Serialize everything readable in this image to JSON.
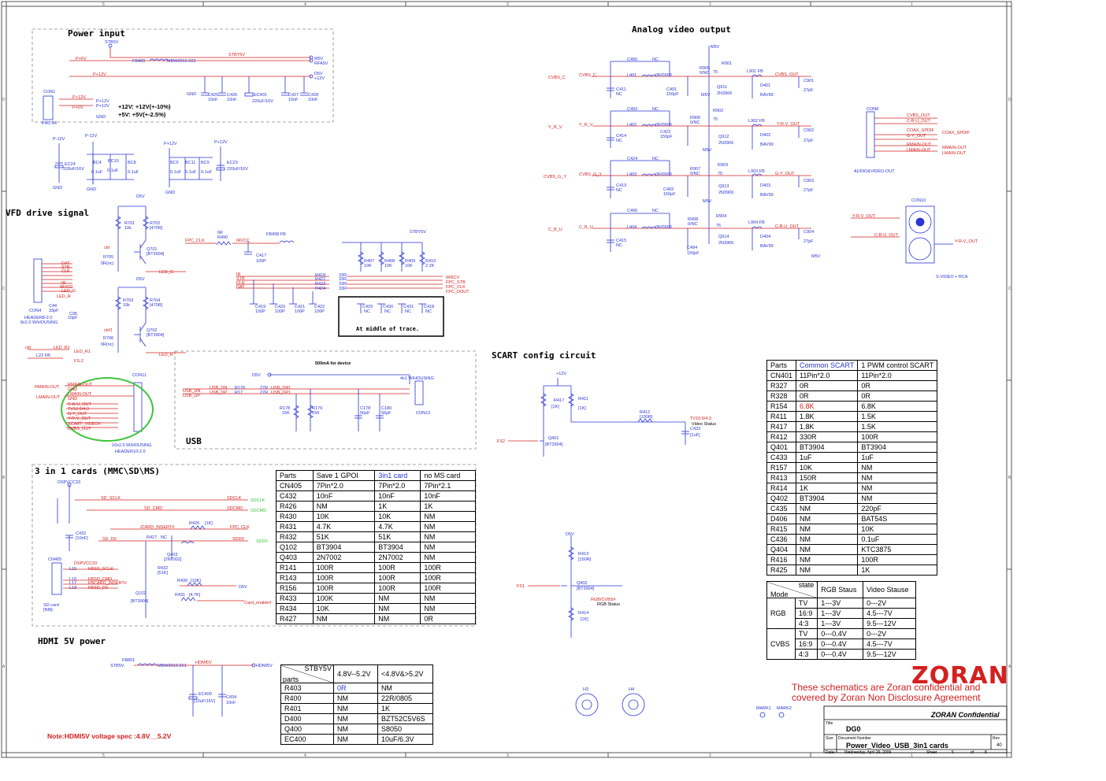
{
  "border": {
    "top_numbers": [
      "5",
      "4",
      "3",
      "2",
      "1"
    ],
    "bottom_numbers": [
      "5",
      "4",
      "3",
      "2",
      "1"
    ],
    "left_letters": [
      "D",
      "C",
      "B",
      "A"
    ],
    "right_letters": [
      "D",
      "C",
      "B",
      "A"
    ]
  },
  "sections": {
    "power_input": "Power input",
    "analog_video": "Analog video output",
    "vfd": "VFD drive signal",
    "scart": "SCART config circuit",
    "usb": "USB",
    "cards": "3 in 1 cards  (MMC\\SD\\MS)",
    "hdmi": "HDMI 5V power"
  },
  "power": {
    "nets": [
      "STB5V",
      "P+6V",
      "FB409",
      "MBW2012-221",
      "STBY5V",
      "M5V",
      "RFA5V",
      "P+12V",
      "D5V",
      "+12V",
      "GND",
      "C425",
      "C426",
      "EC401",
      "C427",
      "C428",
      "10nF",
      "10nF",
      "220uF/16V",
      "10nF",
      "10nF"
    ],
    "con1_label": "CON1",
    "con1_pins": [
      "P+12V",
      "P+5V",
      "GND"
    ],
    "con1_footer": "P4/2.54",
    "spec1": "+12V: +12V(+-10%)",
    "spec2": "+5V: +5V(+-2.5%)",
    "caps_left": [
      "P-12V",
      "EC24",
      "220uF/16V",
      "P-12V",
      "BC4",
      "0.1uF",
      "BC10",
      "0.1uF",
      "BC8",
      "0.1uF",
      "GND",
      "GND"
    ],
    "caps_right": [
      "P+12V",
      "BC5",
      "0.1uF",
      "BC11",
      "0.1uF",
      "BC9",
      "0.1uF",
      "P+12V",
      "EC23",
      "220uF/16V",
      "GND"
    ]
  },
  "vfd": {
    "parts": [
      "D5V",
      "R701",
      "10k",
      "R702",
      "[470R]",
      "Q701",
      "[BT3904]",
      "R705",
      "0R(nc)",
      "LED_G",
      "D5V",
      "R703",
      "10k",
      "R704",
      "[470R]",
      "Q702",
      "[BT3904]",
      "R706",
      "0R(nc)",
      "LED_R",
      "ctrl",
      "ctrl2"
    ],
    "con4_pins": [
      "DAT",
      "STB",
      "CLK",
      "",
      "IR",
      "IRVCC",
      "LED_G",
      "LED_R"
    ],
    "con4_label": "CON4",
    "con4_type": "HEADER8-2.0",
    "con4_sub": "8x2.0 W/HOUSING",
    "c44": "C44",
    "c44_val": "33pF",
    "c95": "C95",
    "c95_val": "10pF",
    "led_r1": "LED_R1",
    "fs2": "FS-2",
    "l22": "L22 FB",
    "fpc_clk": "FPC_CLK",
    "r490": "R490",
    "r490_val": "0R",
    "irvcc": "IRVCC",
    "fb408": "FB408  FB",
    "stby5v": "STBY5V",
    "c417": "C417",
    "c417_val": "100P",
    "r_pull": [
      "R407",
      "10K",
      "R408",
      "10K",
      "R409",
      "10K",
      "R410",
      "2.2K"
    ],
    "r_series": [
      "R418",
      "R422",
      "R423",
      "R424",
      "33R",
      "33R",
      "33R",
      "33R"
    ],
    "sig_left": [
      "IR",
      "STB",
      "CLK",
      "DAT"
    ],
    "sig_right": [
      "IRRCV",
      "FPC_STB",
      "FPC_CLK",
      "FPC_DOUT"
    ],
    "c_row1": [
      "C419",
      "C420",
      "C421",
      "C422",
      "100P",
      "100P",
      "100P",
      "100P"
    ],
    "c_row2": [
      "C429",
      "C430",
      "C431",
      "C418",
      "NC",
      "NC",
      "NC",
      "NC"
    ],
    "note": "At middle of trace."
  },
  "con11": {
    "label": "CON11",
    "type": "10x2.0 W/HOUSING",
    "sub": "HEADER10-2.0",
    "pins": [
      "RMAIN-OUT",
      "GND",
      "LMAIN-OUT",
      "GND",
      "C-B-U_OUT",
      "TV16:9/4:3",
      "G-Y_OUT",
      "Y-R-V_OUT",
      "SCART_VIDEO#",
      "CVBS_OUT"
    ],
    "left": [
      "RMAIN-OUT",
      "LMAIN-OUT"
    ]
  },
  "usb": {
    "current": "500mA for device",
    "d5v": "D5V",
    "usb_dn": "USB_DN",
    "usb_dp": "USB_DP",
    "r176": "R176",
    "r177": "R17",
    "r_val": "27R",
    "dn1": "USB_DN1",
    "dp1": "USB_DP1",
    "r178": "R178",
    "r178_val": "15K",
    "r179": "R179",
    "r179_val": "15K",
    "c178": "C178",
    "c178_val": "56pF",
    "c180": "C180",
    "c180_val": "56pF",
    "con12": "CON12",
    "housing": "4x1 W/HOUSING"
  },
  "cards": {
    "dspvcc": "DSPVCC33",
    "nets_left": [
      "SD_SCLK",
      "SD_CMD",
      "SD_D0"
    ],
    "nets_right": [
      "SDCLK",
      "SDCMD",
      "SDD0",
      "SDCLK",
      "SDCMD",
      "SDD0"
    ],
    "card_insert": "/CARD_INSERT#",
    "r426": "R426",
    "r426_val": "[1K]",
    "fpc_clk": "FPC_CLK",
    "c432": "C432",
    "c432_val": "[10nF]",
    "r427": "R427",
    "r427_val": "NC",
    "q403": "Q403",
    "q403_val": "[2N7002]",
    "r432": "R432",
    "r432_val": "[51K]",
    "r430": "R430",
    "r430_val": "[10K]",
    "d5v": "D5V",
    "q102": "Q102",
    "q102_val": "[BT3904]",
    "r431": "R431",
    "r431_val": "[4.7K]",
    "card_enable": "Card_enable#",
    "cn405": "CN405",
    "sd_card": "SD card",
    "sd_nm": "[NM]",
    "cn_nets": [
      "DSPVCC33",
      "FBSD_SCLK",
      "FBSD_CMD",
      "FBCARD_INSERT#",
      "FBSD_D0"
    ],
    "cn_l": [
      "L15",
      "L16",
      "L17",
      "L18"
    ],
    "table": {
      "header": [
        "Parts",
        "Save 1 GPOI",
        "3in1 card",
        "no MS card"
      ],
      "rows": [
        [
          "CN405",
          "7Pin*2.0",
          "7Pin*2.0",
          "7Pin*2.1"
        ],
        [
          "C432",
          "10nF",
          "10nF",
          "10nF"
        ],
        [
          "R426",
          "NM",
          "1K",
          "1K"
        ],
        [
          "R430",
          "10K",
          "10K",
          "NM"
        ],
        [
          "R431",
          "4.7K",
          "4.7K",
          "NM"
        ],
        [
          "R432",
          "51K",
          "51K",
          "NM"
        ],
        [
          "Q102",
          "BT3904",
          "BT3904",
          "NM"
        ],
        [
          "Q403",
          "2N7002",
          "2N7002",
          "NM"
        ],
        [
          "R141",
          "100R",
          "100R",
          "100R"
        ],
        [
          "R143",
          "100R",
          "100R",
          "100R"
        ],
        [
          "R156",
          "100R",
          "100R",
          "100R"
        ],
        [
          "R433",
          "100K",
          "NM",
          "NM"
        ],
        [
          "R434",
          "10K",
          "NM",
          "NM"
        ],
        [
          "R427",
          "NM",
          "NM",
          "0R"
        ]
      ]
    }
  },
  "hdmi": {
    "fb801": "FB801",
    "stb5v": "STB5V",
    "mbw": "MBW2012-221",
    "hdmi5v": "HDMI5V",
    "hdmi5v_out": "HDMI5V",
    "ec400": "EC400",
    "ec400_val": "[10uF/16V]",
    "c434": "C434",
    "c434_val": "10nF",
    "note": "Note:HDMI5V voltage spec :4.8V__5.2V",
    "table": {
      "header1": "STBY5V",
      "header0": "parts",
      "header2": "4.8V--5.2V",
      "header3": "<4.8V&>5.2V",
      "rows": [
        [
          "R403",
          "0R",
          "NM"
        ],
        [
          "R400",
          "NM",
          "22R/0805"
        ],
        [
          "R401",
          "NM",
          "1K"
        ],
        [
          "D400",
          "NM",
          "BZT52C5V6S"
        ],
        [
          "Q400",
          "NM",
          "S8050"
        ],
        [
          "EC400",
          "NM",
          "10uF/6.3V"
        ]
      ]
    }
  },
  "analog": {
    "inputs": [
      "CVBS_C",
      "Y_R_V",
      "CVBS_G_Y",
      "C_B_U"
    ],
    "input_nets": [
      "CVBS_C",
      "Y_R_V",
      "CVBS_G_Y",
      "C_B_U"
    ],
    "rows": [
      {
        "c_top": "C490",
        "nc": "NC",
        "l": "L401",
        "ind": "0R/0603",
        "c_sh": "C411",
        "c_sh_v": "NC",
        "c_mid": "C491",
        "c_mid_v": "150pF",
        "r_nc": "R905",
        "r_nc_v": "0/NC",
        "r": "R901",
        "r_v": "75",
        "q": "Q911",
        "q_v": "2N3906",
        "lfb": "L901  FB",
        "d": "D401",
        "d_v": "BAV99",
        "out": "CVBS_OUT",
        "cap": "C901",
        "cap_v": "27pF"
      },
      {
        "c_top": "C492",
        "nc": "NC",
        "l": "L402",
        "ind": "0R/0603",
        "c_sh": "C414",
        "c_sh_v": "NC",
        "c_mid": "C423",
        "c_mid_v": "150pF",
        "r_nc": "R906",
        "r_nc_v": "0/NC",
        "r": "R902",
        "r_v": "75",
        "q": "Q912",
        "q_v": "2N3906",
        "lfb": "L902  FB",
        "d": "D402",
        "d_v": "BAV99",
        "out": "Y-R-V_OUT",
        "cap": "C902",
        "cap_v": "27pF"
      },
      {
        "c_top": "C424",
        "nc": "NC",
        "l": "L403",
        "ind": "0R/0603",
        "c_sh": "C413",
        "c_sh_v": "NC",
        "c_mid": "C493",
        "c_mid_v": "150pF",
        "r_nc": "R907",
        "r_nc_v": "0/NC",
        "r": "R903",
        "r_v": "75",
        "q": "Q913",
        "q_v": "2N3906",
        "lfb": "L903  FB",
        "d": "D403",
        "d_v": "BAV99",
        "out": "G-Y_OUT",
        "cap": "C903",
        "cap_v": "27pF"
      },
      {
        "c_top": "C496",
        "nc": "NC",
        "l": "L404",
        "ind": "0R/0603",
        "c_sh": "C415",
        "c_sh_v": "NC",
        "c_mid": "C494",
        "c_mid_v": "150pF",
        "r_nc": "R908",
        "r_nc_v": "0/NC",
        "r": "R904",
        "r_v": "75",
        "q": "Q914",
        "q_v": "2N3906",
        "lfb": "L904  FB",
        "d": "D404",
        "d_v": "BAV99",
        "out": "C-B-U_OUT",
        "cap": "C904",
        "cap_v": "27pF"
      }
    ],
    "m5v": [
      "M5V",
      "M5V",
      "M5V",
      "M5V",
      "M5V"
    ],
    "con8": "CON8",
    "con8_type": "AUDIO&VIDEO-OUT",
    "con8_pins": [
      "CVBS_OUT",
      "C-B-U_OUT",
      "COAX_SPDIF",
      "G-Y_OUT",
      "RMAIN-OUT",
      "LMAIN-OUT"
    ],
    "con8_right": [
      "COAX_SPDIF",
      "RMAIN-OUT",
      "LMAIN-OUT"
    ],
    "con10": "CON10",
    "con10_left": [
      "Y-R-V_OUT",
      "C-B-U_OUT"
    ],
    "con10_right": "Y-R-V_OUT",
    "svideo": "S-VIDEO + RCA"
  },
  "scart": {
    "v12": "+12V",
    "r417": "R417",
    "r417_val": "[1K]",
    "r411": "R411",
    "r411_val": "[1K]",
    "r412": "R412",
    "r412_val": "[100R]",
    "tv_net": "TV16:9/4:3",
    "video_status": "Video Status",
    "c433": "C433",
    "c433_val": "[1uF]",
    "fs2": "FS2",
    "q401": "Q401",
    "q401_val": "[BT3904]",
    "d5v": "D5V",
    "r413": "R413",
    "r413_val": "[150R]",
    "q402": "Q402",
    "q402_val": "[BT3904]",
    "rgb_net": "RGB/CVBS#",
    "rgb_status": "RGB Status",
    "fs1": "FS1",
    "r414": "R414",
    "r414_val": "[1K]",
    "table": {
      "header": [
        "Parts",
        "Common SCART",
        "1 PWM control SCART"
      ],
      "rows": [
        [
          "CN401",
          "11Pin*2.0",
          "11Pin*2.0"
        ],
        [
          "R327",
          "0R",
          "0R"
        ],
        [
          "R328",
          "0R",
          "0R"
        ],
        [
          "R154",
          "6.8K",
          "6.8K"
        ],
        [
          "R411",
          "1.8K",
          "1.5K"
        ],
        [
          "R417",
          "1.8K",
          "1.5K"
        ],
        [
          "R412",
          "330R",
          "100R"
        ],
        [
          "Q401",
          "BT3904",
          "BT3904"
        ],
        [
          "C433",
          "1uF",
          "1uF"
        ],
        [
          "R157",
          "10K",
          "NM"
        ],
        [
          "R413",
          "150R",
          "NM"
        ],
        [
          "R414",
          "1K",
          "NM"
        ],
        [
          "Q402",
          "BT3904",
          "NM"
        ],
        [
          "C435",
          "NM",
          "220pF"
        ],
        [
          "D406",
          "NM",
          "BAT54S"
        ],
        [
          "R415",
          "NM",
          "10K"
        ],
        [
          "C436",
          "NM",
          "0.1uF"
        ],
        [
          "Q404",
          "NM",
          "KTC3875"
        ],
        [
          "R416",
          "NM",
          "100R"
        ],
        [
          "R425",
          "NM",
          "1K"
        ]
      ]
    },
    "mode_table": {
      "state": "state",
      "mode": "Mode",
      "h2": "RGB Staus",
      "h3": "Video Stause",
      "groups": [
        {
          "name": "RGB",
          "rows": [
            [
              "TV",
              "1---3V",
              "0---2V"
            ],
            [
              "16:9",
              "1---3V",
              "4.5---7V"
            ],
            [
              "4:3",
              "1---3V",
              "9.5---12V"
            ]
          ]
        },
        {
          "name": "CVBS",
          "rows": [
            [
              "TV",
              "0---0.4V",
              "0---2V"
            ],
            [
              "16:9",
              "0---0.4V",
              "4.5---7V"
            ],
            [
              "4:3",
              "0---0.4V",
              "9.5---12V"
            ]
          ]
        }
      ]
    }
  },
  "mounting": {
    "h3": "H3",
    "h4": "H4",
    "mark1": "MARK1",
    "mark2": "MARK2"
  },
  "brand": {
    "logo": "ZORAN",
    "conf1": "These schematics are Zoran confidential and",
    "conf2": "covered by Zoran Non Disclosure Agreement",
    "conf_title": "ZORAN Confidential"
  },
  "titleblock": {
    "title_label": "Title",
    "title": "DG0",
    "size_label": "Size",
    "docnum_label": "Document Number",
    "docnum": "Power_Video_USB_3in1 cards",
    "rev_label": "Rev",
    "rev": "40",
    "date_label": "Date:",
    "date": "Wednesday, April 29, 2009",
    "sheet_label": "Sheet",
    "sheet": "5",
    "of_label": "of",
    "of": "8"
  },
  "colors": {
    "wire": "#d42020",
    "part": "#2a35d6",
    "frame": "#555555",
    "highlight": "#3cc43c",
    "logo": "#d42020"
  }
}
